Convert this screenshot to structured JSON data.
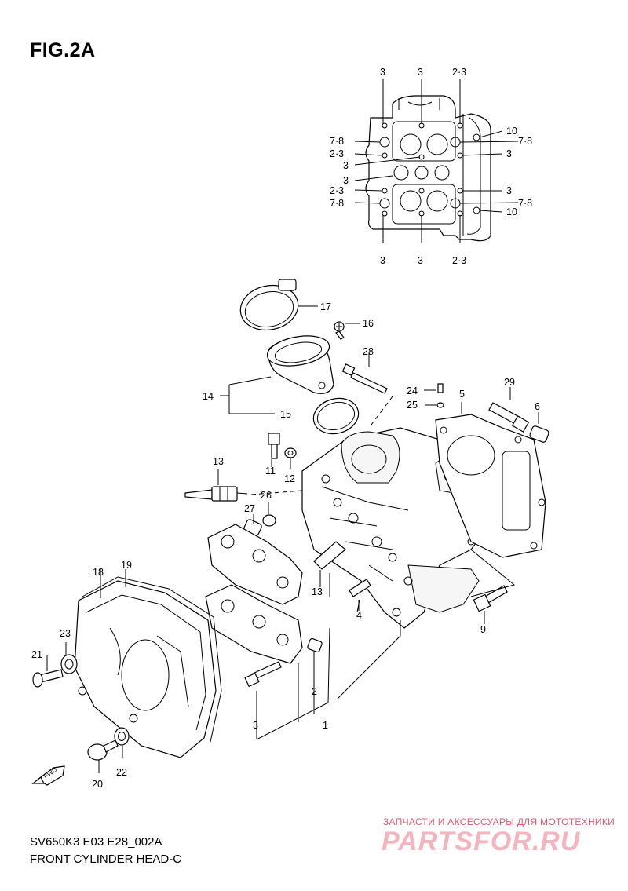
{
  "figure": {
    "title": "FIG.2A",
    "model_code": "SV650K3 E03 E28_002A",
    "description": "FRONT CYLINDER HEAD-C"
  },
  "watermark": {
    "tagline": "ЗАПЧАСТИ И АКСЕССУАРЫ ДЛЯ МОТОТЕХНИКИ",
    "logo": "PARTSFOR.RU"
  },
  "fwd_label": "FWD",
  "top_view_labels": [
    "3",
    "3",
    "2·3",
    "10",
    "7·8",
    "7·8",
    "2·3",
    "3",
    "3",
    "3",
    "2·3",
    "3",
    "7·8",
    "7·8",
    "10",
    "3",
    "3",
    "2·3"
  ],
  "callouts": [
    "17",
    "16",
    "28",
    "14",
    "15",
    "24",
    "25",
    "5",
    "29",
    "6",
    "13",
    "11",
    "12",
    "26",
    "27",
    "18",
    "19",
    "13",
    "4",
    "9",
    "23",
    "21",
    "2",
    "3",
    "1",
    "20",
    "22"
  ]
}
